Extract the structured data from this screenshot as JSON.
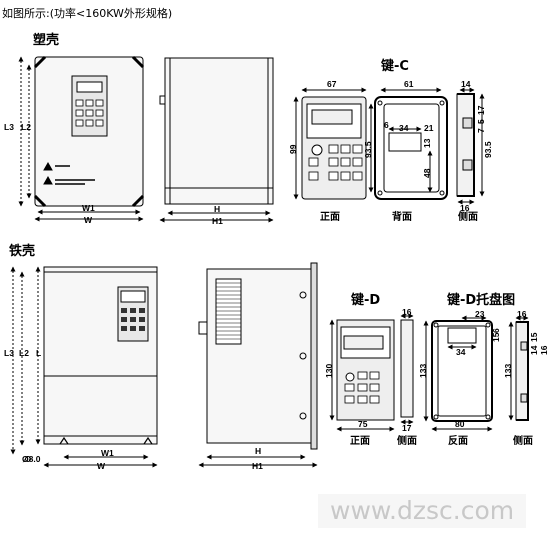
{
  "header": {
    "title": "如图所示:(功率<160KW外形规格)"
  },
  "sections": {
    "plastic": "塑壳",
    "iron": "铁壳"
  },
  "keypads": {
    "key_c": "键-C",
    "key_d": "键-D",
    "key_d_tray": "键-D托盘图"
  },
  "captions": {
    "c_front": "正面",
    "c_back": "背面",
    "c_side": "侧面",
    "d_front": "正面",
    "d_side": "侧面",
    "tray_back": "反面",
    "tray_side": "侧面"
  },
  "dims": {
    "plastic": {
      "l3": "L3",
      "l2": "L2",
      "w1": "W1",
      "w": "W",
      "h": "H",
      "h1": "H1"
    },
    "iron": {
      "l3": "L3",
      "l2": "L2",
      "l": "L",
      "w1": "W1",
      "w": "W",
      "h": "H",
      "h1": "H1",
      "hole": "Ø8.0"
    },
    "key_c": {
      "front_w": "67",
      "front_h": "99",
      "back_w": "61",
      "back_h": "93.5",
      "back_6": "6",
      "back_34": "34",
      "back_21": "21",
      "back_13": "13",
      "back_48": "48",
      "side_top": "14",
      "side_7": "7",
      "side_5": "5",
      "side_17": "17",
      "side_h": "93.5",
      "side_bottom": "16"
    },
    "key_d": {
      "front_w": "75",
      "front_h": "130",
      "side_top": "16",
      "side_bottom": "17"
    },
    "tray": {
      "w": "80",
      "h": "133",
      "top": "23",
      "mid": "34",
      "a": "15",
      "b": "6",
      "side_top": "16",
      "side_h": "133",
      "s1": "14",
      "s2": "16",
      "s3": "15"
    }
  },
  "watermark": "www.dzsc.com"
}
